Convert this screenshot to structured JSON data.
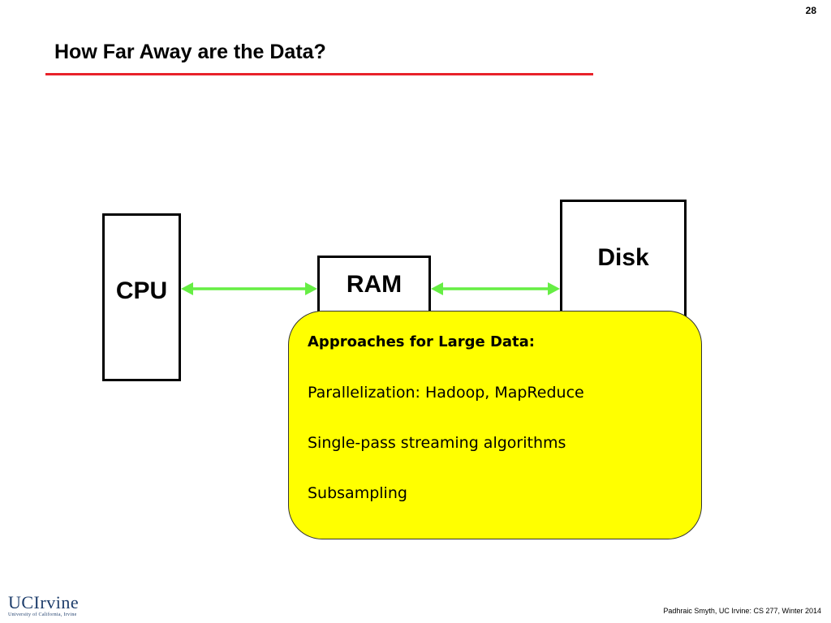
{
  "slide": {
    "page_number": "28",
    "title": "How Far Away are the Data?"
  },
  "diagram": {
    "cpu_label": "CPU",
    "ram_label": "RAM",
    "disk_label": "Disk",
    "arrow_color": "#66ee44"
  },
  "callout": {
    "heading": "Approaches for Large Data:",
    "items": [
      "Parallelization: Hadoop, MapReduce",
      "Single-pass streaming algorithms",
      "Subsampling"
    ],
    "background_color": "#ffff00"
  },
  "footer": {
    "logo_text": "UCIrvine",
    "logo_subtext": "University of California, Irvine",
    "credit": "Padhraic Smyth, UC Irvine: CS 277, Winter 2014"
  },
  "colors": {
    "title_rule": "#e8222a",
    "logo": "#1d3d6b"
  }
}
